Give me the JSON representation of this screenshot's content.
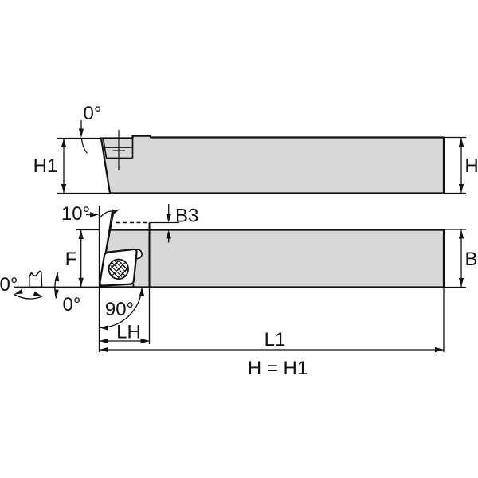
{
  "drawing": {
    "labels": {
      "back_rake_angle": "0°",
      "height_shank_left": "H1",
      "height_shank_right": "H",
      "lead_angle": "10°",
      "insert_overhang": "B3",
      "tip_offset": "F",
      "clearance_angle_end": "0°",
      "clearance_angle_front": "0°",
      "approach_angle": "90°",
      "head_length": "LH",
      "overall_length": "L1",
      "shank_width": "B",
      "note": "H = H1"
    },
    "colors": {
      "body_fill": "#d8d8d8",
      "line": "#111111",
      "background": "#ffffff"
    }
  }
}
